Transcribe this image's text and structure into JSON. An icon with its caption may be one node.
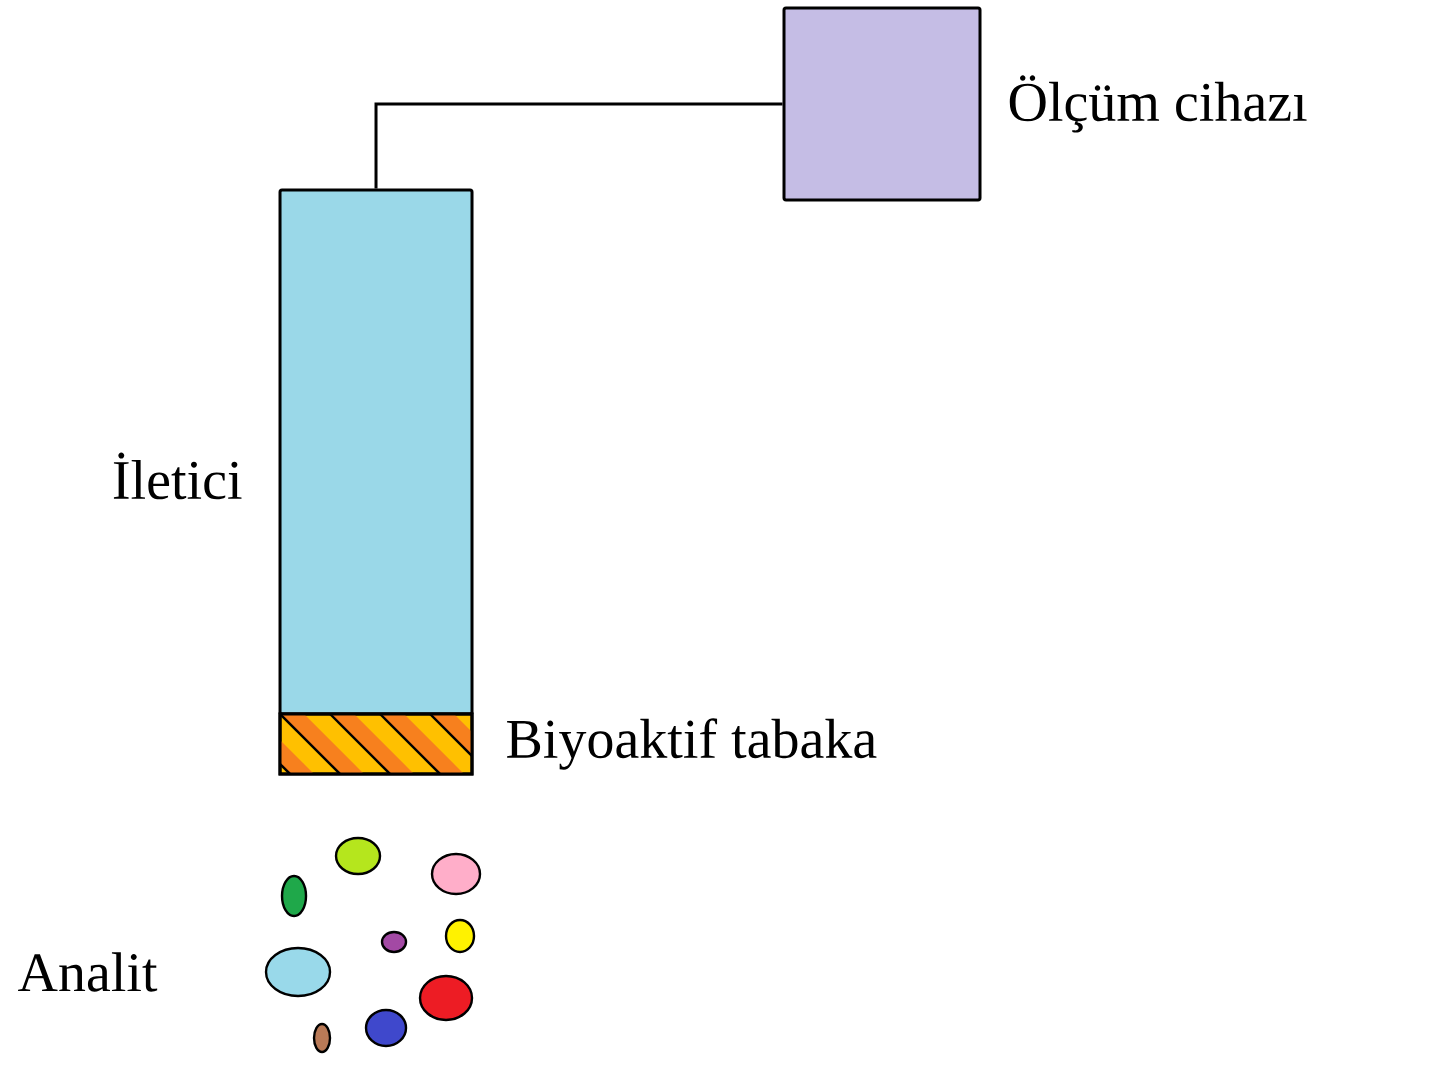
{
  "diagram": {
    "nodes": [
      {
        "text": [],
        "shape": "box",
        "beside": [
          "Ölçüm cihazı"
        ]
      },
      {
        "text": [],
        "shape": "box",
        "beside": [
          "İletici"
        ]
      },
      {
        "text": [],
        "shape": "bar",
        "beside": [
          "Biyoaktif tabaka"
        ]
      }
    ],
    "edges": [
      {
        "from": 1,
        "to": 0,
        "arrow": "none"
      }
    ],
    "labels": [
      "Analit"
    ]
  }
}
